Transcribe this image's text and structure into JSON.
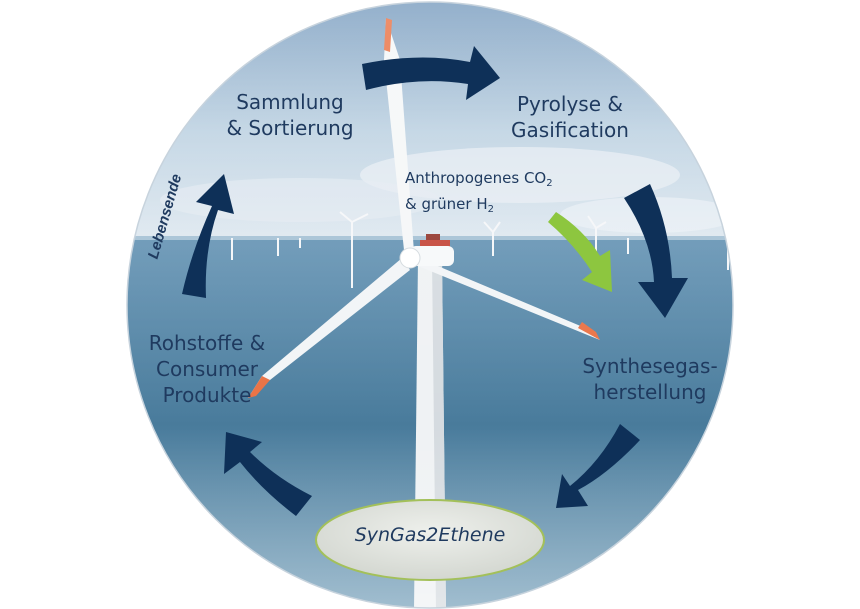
{
  "stages": {
    "sammlung": [
      "Sammlung",
      "& Sortierung"
    ],
    "pyrolyse": [
      "Pyrolyse &",
      "Gasification"
    ],
    "synthese": [
      "Synthesegas-",
      "herstellung"
    ],
    "rohstoffe": [
      "Rohstoffe &",
      "Consumer",
      "Produkte"
    ]
  },
  "input": {
    "line1_text": "Anthropogenes CO",
    "line1_sub": "2",
    "line2_text": "& grüner H",
    "line2_sub": "2"
  },
  "side_label": "Lebensende",
  "center_label": "SynGas2Ethene",
  "colors": {
    "cycle_arrow": "#0e3058",
    "input_arrow": "#8dc63f",
    "ellipse_fill": "#d9dcd6",
    "ellipse_stroke": "#a3c05a",
    "sky_top": "#7ea2c4",
    "sea": "#3f7496",
    "text": "#1f3a5f"
  }
}
